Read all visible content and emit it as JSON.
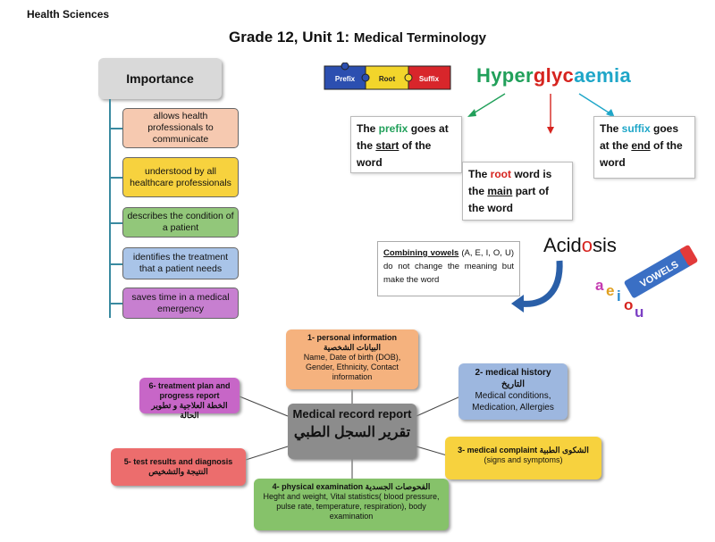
{
  "header": {
    "subject": "Health Sciences"
  },
  "title": {
    "main": "Grade 12, Unit 1:",
    "sub": "Medical Terminology"
  },
  "importance": {
    "heading": "Importance",
    "items": [
      {
        "text": "allows health professionals to communicate",
        "color": "#f6c9b0"
      },
      {
        "text": "understood by all healthcare professionals",
        "color": "#f7d23e"
      },
      {
        "text": "describes the condition of a patient",
        "color": "#92c77a"
      },
      {
        "text": "identifies the treatment that a patient needs",
        "color": "#a9c4e8"
      },
      {
        "text": "saves time in a medical emergency",
        "color": "#c77fd0"
      }
    ]
  },
  "puzzle": {
    "prefix": "Prefix",
    "root": "Root",
    "suffix": "Suffix"
  },
  "word": {
    "prefix": "Hyper",
    "root": "glyc",
    "suffix": "aemia"
  },
  "prefix_box": {
    "a": "The ",
    "b": "prefix",
    "c": " goes at the ",
    "d": "start",
    "e": " of the word"
  },
  "root_box": {
    "a": "The ",
    "b": "root",
    "c": " word is the ",
    "d": "main",
    "e": " part of the word"
  },
  "suffix_box": {
    "a": "The ",
    "b": "suffix",
    "c": " goes at the ",
    "d": "end",
    "e": " of the word"
  },
  "combining": {
    "label": "Combining vowels",
    "rest": " (A, E, I, O, U) do not change the meaning but make the word"
  },
  "acidosis": {
    "a": "Acid",
    "b": "o",
    "c": "sis"
  },
  "vowels": {
    "letters": [
      "a",
      "e",
      "i",
      "o",
      "u"
    ],
    "marker": "VOWELS"
  },
  "record": {
    "center_en": "Medical record report",
    "center_ar": "تقرير السجل الطبي",
    "items": [
      {
        "title": "1- personal information",
        "ar": "البيانات الشخصية",
        "body": "Name, Date of birth (DOB), Gender, Ethnicity, Contact information",
        "color": "#f5b27e"
      },
      {
        "title": "2- medical history",
        "ar": "التاريخ",
        "body": "Medical conditions, Medication, Allergies",
        "color": "#9db7df"
      },
      {
        "title": "3- medical complaint",
        "ar": "الشكوى الطبية",
        "body": "(signs and symptoms)",
        "color": "#f7d23e"
      },
      {
        "title": "4- physical examination",
        "ar": "الفحوصات الجسدية",
        "body": "Heght and weight, Vital statistics( blood pressure, pulse rate, temperature, respiration), body examination",
        "color": "#86c26a"
      },
      {
        "title": "5- test results and diagnosis",
        "ar": "النتيجة والتشخيص",
        "body": "",
        "color": "#ec6d6d"
      },
      {
        "title": "6- treatment plan and progress report",
        "ar": "الخطة العلاجية و تطوير الحالة",
        "body": "",
        "color": "#c766c7"
      }
    ]
  },
  "colors": {
    "prefix": "#21a05a",
    "root": "#d6241f",
    "suffix": "#1ea6c8"
  }
}
